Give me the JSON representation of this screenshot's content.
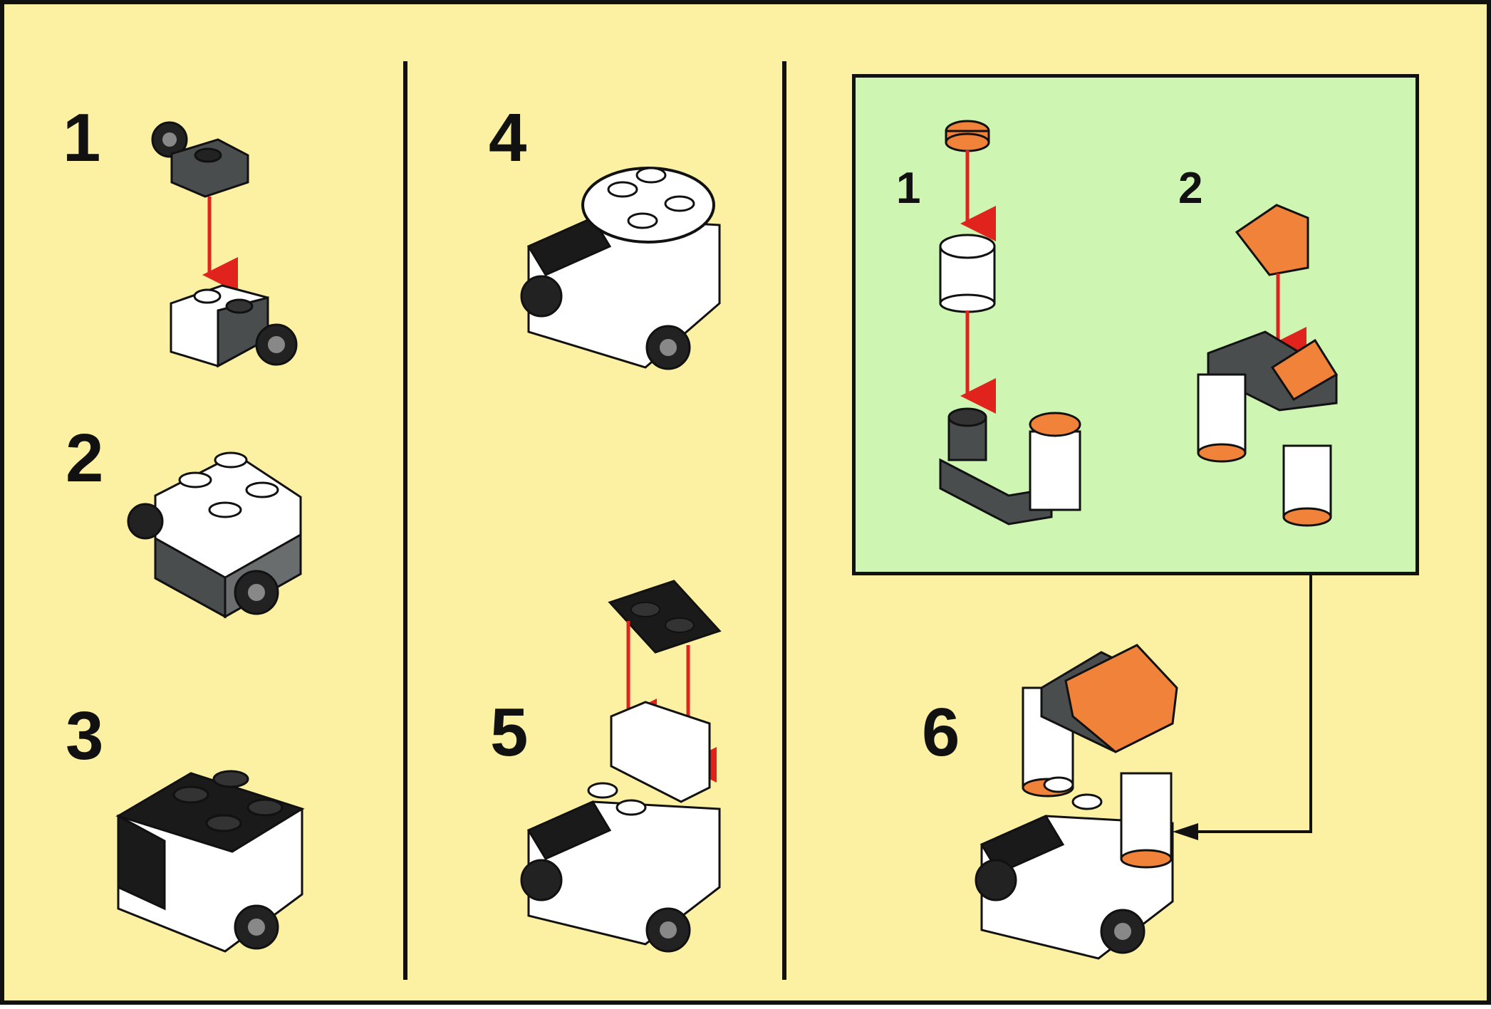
{
  "steps": {
    "s1": "1",
    "s2": "2",
    "s3": "3",
    "s4": "4",
    "s5": "5",
    "s6": "6"
  },
  "substeps": {
    "a": "1",
    "b": "2"
  },
  "colors": {
    "background": "#fcf0a2",
    "subpanel": "#cff5b2",
    "arrow": "#e0231c",
    "orange": "#f0823a",
    "dark_gray": "#4a4d4e",
    "black": "#1a1a1a",
    "white": "#ffffff"
  }
}
